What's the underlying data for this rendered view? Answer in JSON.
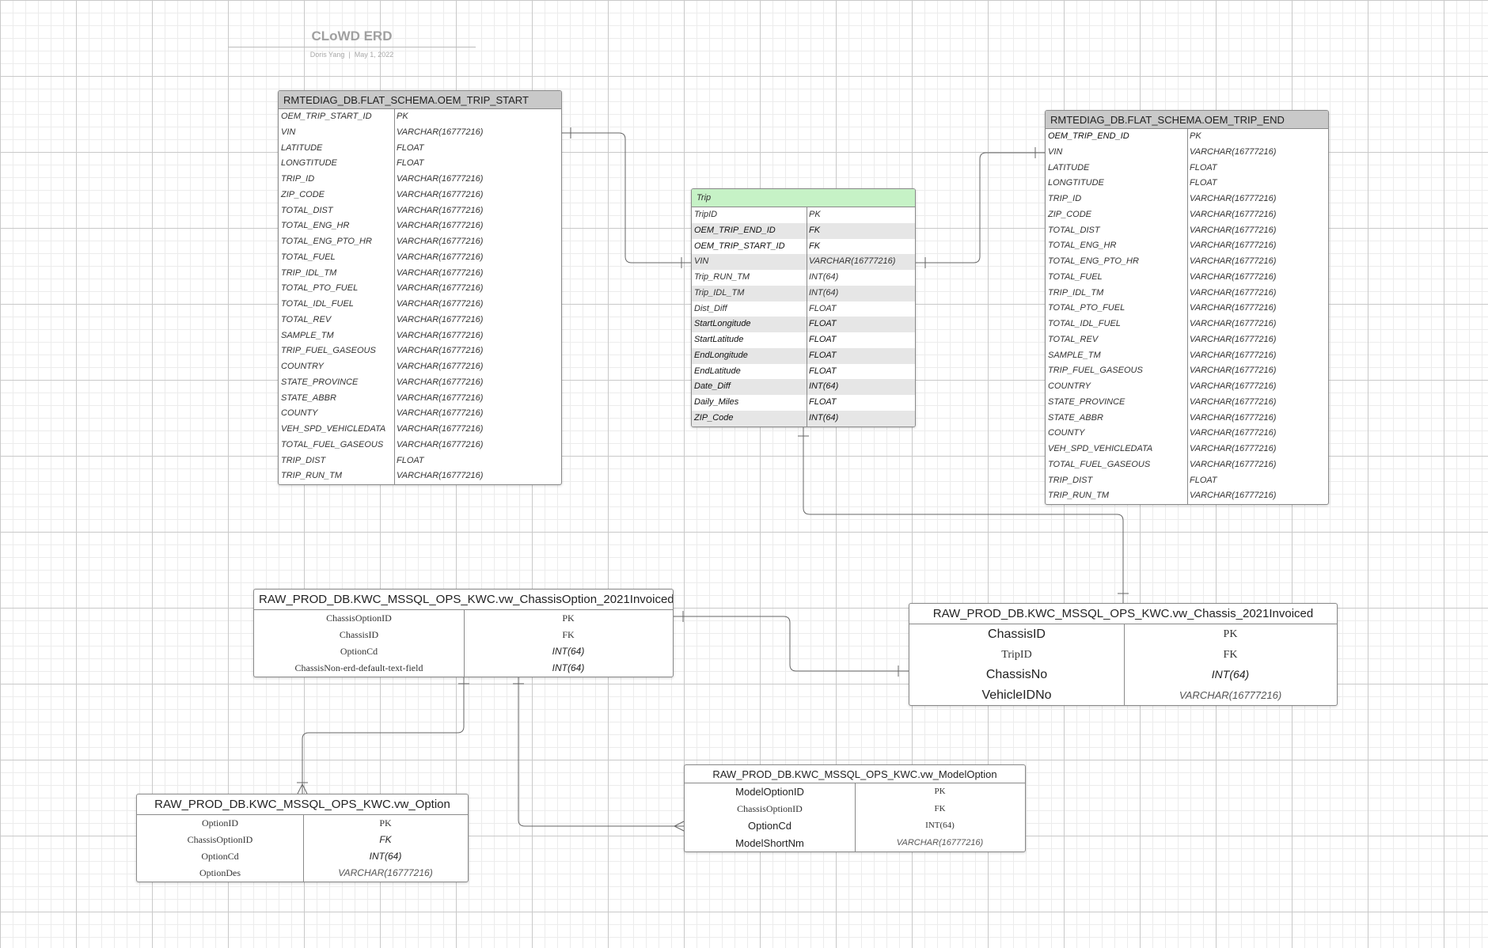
{
  "header": {
    "title": "CLoWD ERD",
    "author": "Doris Yang",
    "separator": "|",
    "date": "May 1, 2022"
  },
  "colors": {
    "db_header": "#c9c9c9",
    "trip_header": "#c6f2c6",
    "trip_alt_row": "#e6e6e6",
    "connector": "#666666"
  },
  "tables": {
    "trip_start": {
      "name": "RMTEDIAG_DB.FLAT_SCHEMA.OEM_TRIP_START",
      "rows": [
        {
          "field": "OEM_TRIP_START_ID",
          "type": "PK"
        },
        {
          "field": "VIN",
          "type": "VARCHAR(16777216)"
        },
        {
          "field": "LATITUDE",
          "type": "FLOAT"
        },
        {
          "field": "LONGTITUDE",
          "type": "FLOAT"
        },
        {
          "field": "TRIP_ID",
          "type": "VARCHAR(16777216)"
        },
        {
          "field": "ZIP_CODE",
          "type": "VARCHAR(16777216)"
        },
        {
          "field": "TOTAL_DIST",
          "type": "VARCHAR(16777216)"
        },
        {
          "field": "TOTAL_ENG_HR",
          "type": "VARCHAR(16777216)"
        },
        {
          "field": "TOTAL_ENG_PTO_HR",
          "type": "VARCHAR(16777216)"
        },
        {
          "field": "TOTAL_FUEL",
          "type": "VARCHAR(16777216)"
        },
        {
          "field": "TRIP_IDL_TM",
          "type": "VARCHAR(16777216)"
        },
        {
          "field": "TOTAL_PTO_FUEL",
          "type": "VARCHAR(16777216)"
        },
        {
          "field": "TOTAL_IDL_FUEL",
          "type": "VARCHAR(16777216)"
        },
        {
          "field": "TOTAL_REV",
          "type": "VARCHAR(16777216)"
        },
        {
          "field": "SAMPLE_TM",
          "type": "VARCHAR(16777216)"
        },
        {
          "field": "TRIP_FUEL_GASEOUS",
          "type": "VARCHAR(16777216)"
        },
        {
          "field": "COUNTRY",
          "type": "VARCHAR(16777216)"
        },
        {
          "field": "STATE_PROVINCE",
          "type": "VARCHAR(16777216)"
        },
        {
          "field": "STATE_ABBR",
          "type": "VARCHAR(16777216)"
        },
        {
          "field": "COUNTY",
          "type": "VARCHAR(16777216)"
        },
        {
          "field": "VEH_SPD_VEHICLEDATA",
          "type": "VARCHAR(16777216)"
        },
        {
          "field": "TOTAL_FUEL_GASEOUS",
          "type": "VARCHAR(16777216)"
        },
        {
          "field": "TRIP_DIST",
          "type": "FLOAT"
        },
        {
          "field": "TRIP_RUN_TM",
          "type": "VARCHAR(16777216)"
        }
      ]
    },
    "trip_end": {
      "name": "RMTEDIAG_DB.FLAT_SCHEMA.OEM_TRIP_END",
      "rows": [
        {
          "field": "OEM_TRIP_END_ID",
          "type": "PK"
        },
        {
          "field": "VIN",
          "type": "VARCHAR(16777216)"
        },
        {
          "field": "LATITUDE",
          "type": "FLOAT"
        },
        {
          "field": "LONGTITUDE",
          "type": "FLOAT"
        },
        {
          "field": "TRIP_ID",
          "type": "VARCHAR(16777216)"
        },
        {
          "field": "ZIP_CODE",
          "type": "VARCHAR(16777216)"
        },
        {
          "field": "TOTAL_DIST",
          "type": "VARCHAR(16777216)"
        },
        {
          "field": "TOTAL_ENG_HR",
          "type": "VARCHAR(16777216)"
        },
        {
          "field": "TOTAL_ENG_PTO_HR",
          "type": "VARCHAR(16777216)"
        },
        {
          "field": "TOTAL_FUEL",
          "type": "VARCHAR(16777216)"
        },
        {
          "field": "TRIP_IDL_TM",
          "type": "VARCHAR(16777216)"
        },
        {
          "field": "TOTAL_PTO_FUEL",
          "type": "VARCHAR(16777216)"
        },
        {
          "field": "TOTAL_IDL_FUEL",
          "type": "VARCHAR(16777216)"
        },
        {
          "field": "TOTAL_REV",
          "type": "VARCHAR(16777216)"
        },
        {
          "field": "SAMPLE_TM",
          "type": "VARCHAR(16777216)"
        },
        {
          "field": "TRIP_FUEL_GASEOUS",
          "type": "VARCHAR(16777216)"
        },
        {
          "field": "COUNTRY",
          "type": "VARCHAR(16777216)"
        },
        {
          "field": "STATE_PROVINCE",
          "type": "VARCHAR(16777216)"
        },
        {
          "field": "STATE_ABBR",
          "type": "VARCHAR(16777216)"
        },
        {
          "field": "COUNTY",
          "type": "VARCHAR(16777216)"
        },
        {
          "field": "VEH_SPD_VEHICLEDATA",
          "type": "VARCHAR(16777216)"
        },
        {
          "field": "TOTAL_FUEL_GASEOUS",
          "type": "VARCHAR(16777216)"
        },
        {
          "field": "TRIP_DIST",
          "type": "FLOAT"
        },
        {
          "field": "TRIP_RUN_TM",
          "type": "VARCHAR(16777216)"
        }
      ]
    },
    "trip": {
      "name": "Trip",
      "rows": [
        {
          "field": "TripID",
          "type": "PK"
        },
        {
          "field": "OEM_TRIP_END_ID",
          "type": "FK"
        },
        {
          "field": "OEM_TRIP_START_ID",
          "type": "FK"
        },
        {
          "field": "VIN",
          "type": "VARCHAR(16777216)"
        },
        {
          "field": "Trip_RUN_TM",
          "type": "INT(64)"
        },
        {
          "field": "Trip_IDL_TM",
          "type": "INT(64)"
        },
        {
          "field": "Dist_Diff",
          "type": "FLOAT"
        },
        {
          "field": "StartLongitude",
          "type": "FLOAT"
        },
        {
          "field": "StartLatitude",
          "type": "FLOAT"
        },
        {
          "field": "EndLongitude",
          "type": "FLOAT"
        },
        {
          "field": "EndLatitude",
          "type": "FLOAT"
        },
        {
          "field": "Date_Diff",
          "type": "INT(64)"
        },
        {
          "field": "Daily_Miles",
          "type": "FLOAT"
        },
        {
          "field": "ZIP_Code",
          "type": "INT(64)"
        }
      ]
    },
    "chassis_option": {
      "name": "RAW_PROD_DB.KWC_MSSQL_OPS_KWC.vw_ChassisOption_2021Invoiced",
      "rows": [
        {
          "field": "ChassisOptionID",
          "type": "PK"
        },
        {
          "field": "ChassisID",
          "type": "FK"
        },
        {
          "field": "OptionCd",
          "type": "INT(64)"
        },
        {
          "field": "ChassisNon-erd-default-text-field",
          "type": "INT(64)"
        }
      ]
    },
    "chassis": {
      "name": "RAW_PROD_DB.KWC_MSSQL_OPS_KWC.vw_Chassis_2021Invoiced",
      "rows": [
        {
          "field": "ChassisID",
          "type": "PK"
        },
        {
          "field": "TripID",
          "type": "FK"
        },
        {
          "field": "ChassisNo",
          "type": "INT(64)"
        },
        {
          "field": "VehicleIDNo",
          "type": "VARCHAR(16777216)"
        }
      ]
    },
    "option": {
      "name": "RAW_PROD_DB.KWC_MSSQL_OPS_KWC.vw_Option",
      "rows": [
        {
          "field": "OptionID",
          "type": "PK"
        },
        {
          "field": "ChassisOptionID",
          "type": "FK"
        },
        {
          "field": "OptionCd",
          "type": "INT(64)"
        },
        {
          "field": "OptionDes",
          "type": "VARCHAR(16777216)"
        }
      ]
    },
    "model_option": {
      "name": "RAW_PROD_DB.KWC_MSSQL_OPS_KWC.vw_ModelOption",
      "rows": [
        {
          "field": "ModelOptionID",
          "type": "PK"
        },
        {
          "field": "ChassisOptionID",
          "type": "FK"
        },
        {
          "field": "OptionCd",
          "type": "INT(64)"
        },
        {
          "field": "ModelShortNm",
          "type": "VARCHAR(16777216)"
        }
      ]
    }
  }
}
